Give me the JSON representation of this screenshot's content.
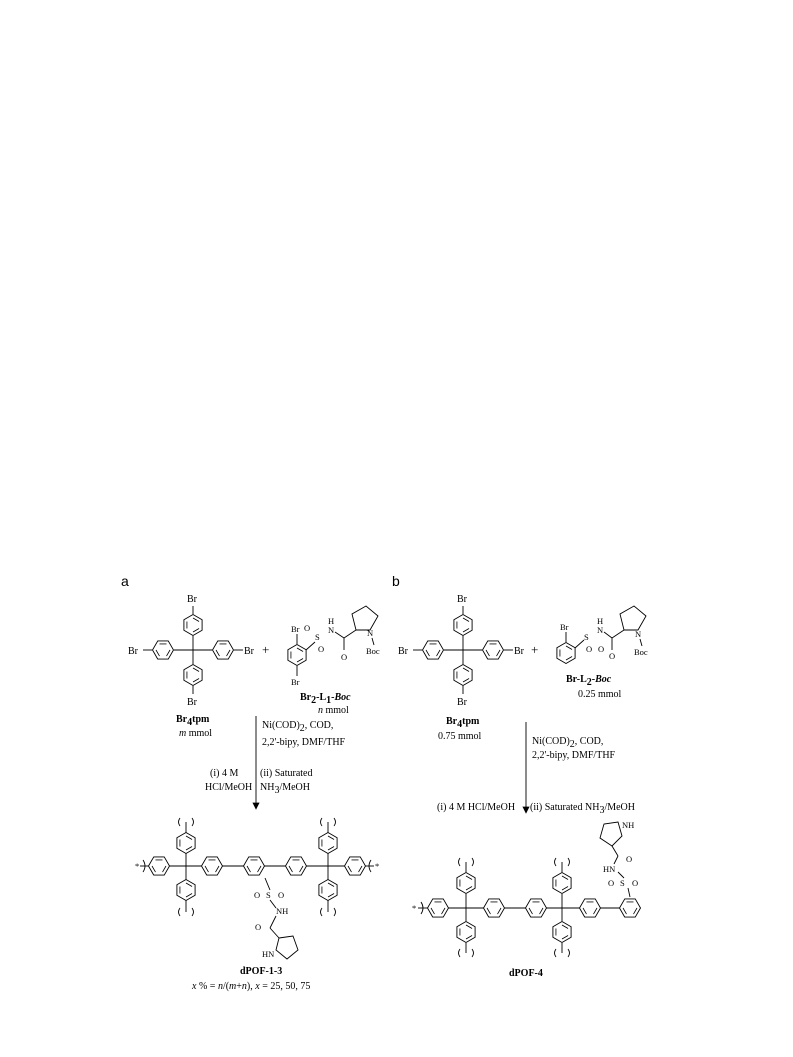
{
  "panels": {
    "a": {
      "label": "a",
      "monomer1": {
        "name": "Br4tpm",
        "name_main": "Br",
        "name_sub": "4",
        "name_rest": "tpm",
        "amount_var": "m",
        "amount_unit": "mmol",
        "substituent": "Br"
      },
      "plus": "+",
      "monomer2": {
        "name": "Br2-L1-Boc",
        "name_p1": "Br",
        "name_s1": "2",
        "name_p2": "-L",
        "name_s2": "1",
        "name_p3": "-",
        "name_boc": "Boc",
        "amount_var": "n",
        "amount_unit": "mmol",
        "atoms": {
          "br": "Br",
          "s": "S",
          "o": "O",
          "n": "N",
          "h": "H",
          "boc": "Boc"
        }
      },
      "step1": {
        "line1": "Ni(COD)",
        "line1_sub": "2",
        "line1_rest": ", COD,",
        "line2": "2,2'-bipy, DMF/THF"
      },
      "step2": {
        "left_line1": "(i) 4 M",
        "left_line2": "HCl/MeOH",
        "right_line1": "(ii) Saturated",
        "right_line2": "NH",
        "right_line2_sub": "3",
        "right_line2_rest": "/MeOH"
      },
      "product": {
        "name": "dPOF-1-3",
        "atoms": {
          "s": "S",
          "o": "O",
          "nh": "NH",
          "hn": "HN"
        },
        "caption_x": "x",
        "caption_pct": " % = ",
        "caption_n": "n",
        "caption_paren": "/(",
        "caption_m": "m",
        "caption_plus": "+",
        "caption_n2": "n",
        "caption_close": "), ",
        "caption_x2": "x",
        "caption_vals": " = 25, 50, 75"
      }
    },
    "b": {
      "label": "b",
      "monomer1": {
        "name": "Br4tpm",
        "name_main": "Br",
        "name_sub": "4",
        "name_rest": "tpm",
        "amount": "0.75 mmol",
        "substituent": "Br"
      },
      "plus": "+",
      "monomer2": {
        "name": "Br-L2-Boc",
        "name_p1": "Br-L",
        "name_s1": "2",
        "name_p2": "-",
        "name_boc": "Boc",
        "amount": "0.25 mmol",
        "atoms": {
          "br": "Br",
          "s": "S",
          "o": "O",
          "n": "N",
          "h": "H",
          "boc": "Boc"
        }
      },
      "step1": {
        "line1": "Ni(COD)",
        "line1_sub": "2",
        "line1_rest": ", COD,",
        "line2": "2,2'-bipy, DMF/THF"
      },
      "step2": {
        "left": "(i) 4 M HCl/MeOH",
        "right": "(ii) Saturated NH",
        "right_sub": "3",
        "right_rest": "/MeOH"
      },
      "product": {
        "name": "dPOF-4",
        "atoms": {
          "s": "S",
          "o": "O",
          "hn": "HN",
          "nh": "NH"
        }
      }
    }
  }
}
